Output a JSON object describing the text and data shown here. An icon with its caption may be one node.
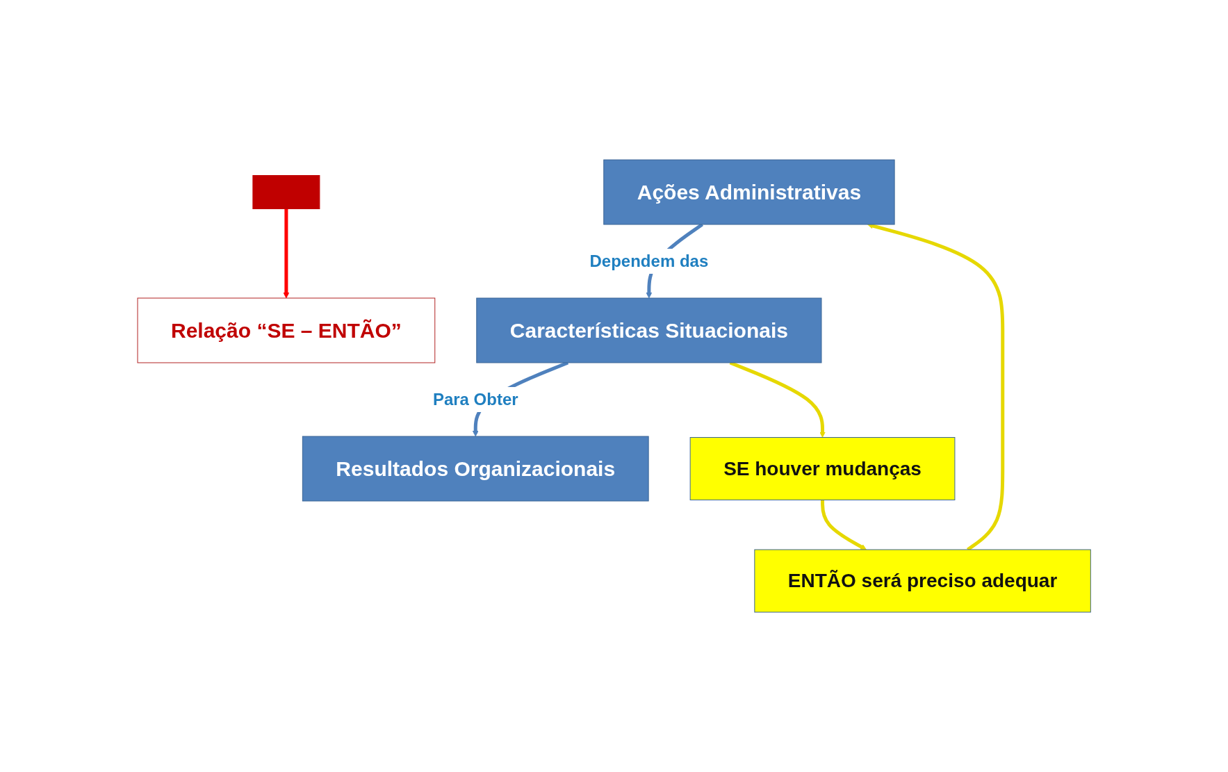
{
  "diagram": {
    "nodes": [
      {
        "text": [],
        "shape": "bar"
      },
      {
        "text": [
          "Relação “SE – ENTÃO”"
        ]
      },
      {
        "text": [
          "Ações Administrativas"
        ]
      },
      {
        "text": [
          "Características Situacionais"
        ]
      },
      {
        "text": [
          "Resultados Organizacionais"
        ]
      },
      {
        "text": [
          "ENTÃO será preciso adequar"
        ]
      },
      {
        "text": [
          "SE houver mudanças"
        ]
      }
    ],
    "edges": [
      {
        "from": 0,
        "to": 1,
        "arrow": "to",
        "color": "#ff0000"
      },
      {
        "from": 2,
        "to": 3,
        "arrow": "to",
        "label": "Dependem das",
        "color": "#4f81bd"
      },
      {
        "from": 3,
        "to": 4,
        "arrow": "to",
        "label": "Para Obter",
        "color": "#4f81bd"
      },
      {
        "from": 3,
        "to": 6,
        "arrow": "to"
      },
      {
        "from": 6,
        "to": 5,
        "arrow": "to"
      },
      {
        "from": 5,
        "to": 2,
        "arrow": "to"
      }
    ]
  }
}
